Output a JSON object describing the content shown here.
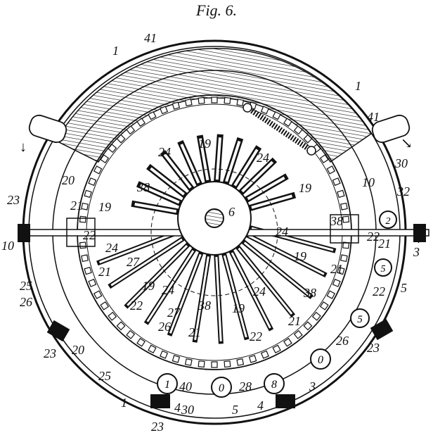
{
  "figure": {
    "title": "Fig. 6.",
    "ink": "#111111",
    "paper": "#ffffff"
  },
  "labels": {
    "center_shaft": "6",
    "housing": "1",
    "fastener": "41",
    "spring": "30",
    "pin": "32",
    "arm": "19",
    "linkage": "24",
    "collar": "38",
    "stop": "22",
    "pawl": "21",
    "knob": "23",
    "frame": "20",
    "bracket": "4",
    "ring": "3",
    "gear": "5",
    "segment": "25",
    "tooth": "26",
    "lever": "27",
    "post": "10",
    "pinion": "40",
    "plate": "28"
  },
  "dials": {
    "d1": "1",
    "d0a": "0",
    "d8": "8",
    "d0b": "0",
    "d5": "5",
    "d2": "2"
  },
  "arrows": {
    "left": "↓",
    "right": "↘"
  }
}
